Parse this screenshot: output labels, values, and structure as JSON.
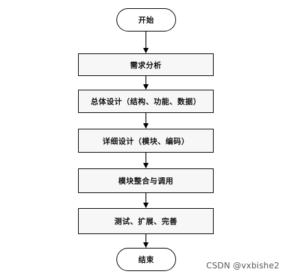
{
  "flowchart": {
    "start_label": "开始",
    "end_label": "结束",
    "steps": [
      {
        "label": "需求分析"
      },
      {
        "label": "总体设计（结构、功能、数据）"
      },
      {
        "label": "详细设计（模块、编码）"
      },
      {
        "label": "模块整合与调用"
      },
      {
        "label": "测试、扩展、完善"
      }
    ]
  },
  "watermark": {
    "text": "CSDN @vxbishe2"
  },
  "colors": {
    "border": "#000000",
    "process_fill": "#f7f7f7",
    "watermark": "#5c5c5c"
  }
}
